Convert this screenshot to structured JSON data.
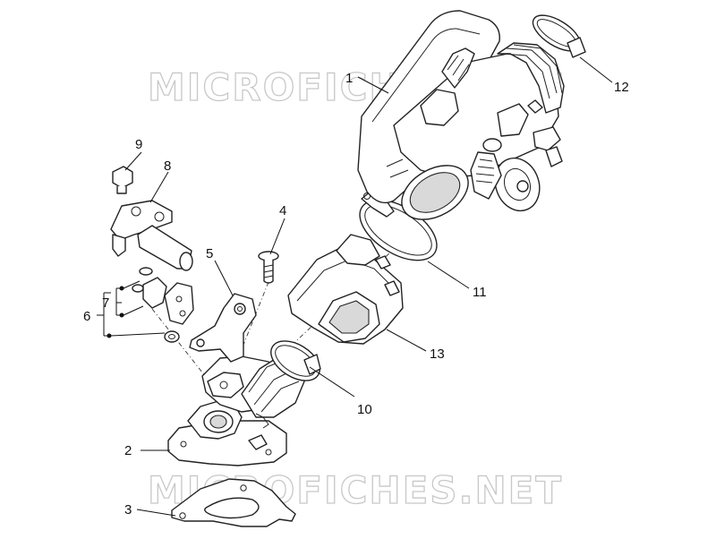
{
  "diagram": {
    "watermark_text": "MICROFICHES.NET",
    "callouts": {
      "c1": "1",
      "c2": "2",
      "c3": "3",
      "c4": "4",
      "c5": "5",
      "c6": "6",
      "c7": "7",
      "c8": "8",
      "c9": "9",
      "c10": "10",
      "c11": "11",
      "c12": "12",
      "c13": "13"
    }
  }
}
